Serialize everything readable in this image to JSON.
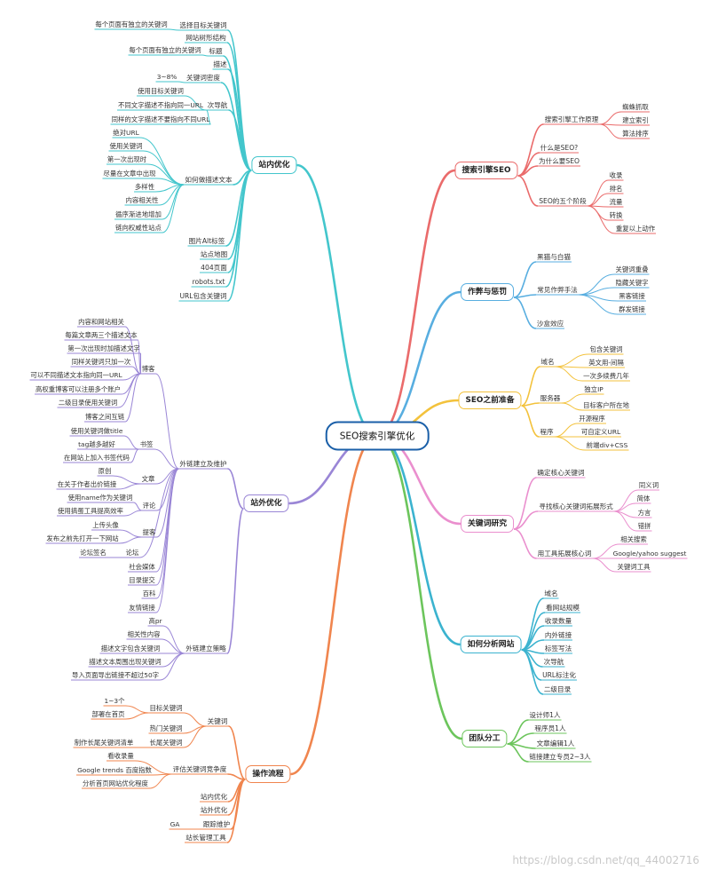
{
  "root": "SEO搜索引擎优化",
  "watermark": "https://blog.csdn.net/qq_44002716",
  "colors": {
    "root_border": "#1a5fa8",
    "search": "#ea6b6b",
    "cheat": "#58aee0",
    "prep": "#f3c23c",
    "keyword": "#ea8fce",
    "analyze": "#3bb3cf",
    "team": "#6cc55c",
    "onsite": "#43c6cc",
    "offsite": "#9a86d6",
    "flow": "#f0854e"
  },
  "branches": [
    {
      "id": "search",
      "label": "搜索引擎SEO",
      "children": [
        {
          "label": "搜索引擎工作原理",
          "children": [
            {
              "label": "蜘蛛抓取"
            },
            {
              "label": "建立索引"
            },
            {
              "label": "算法排序"
            }
          ]
        },
        {
          "label": "什么是SEO?"
        },
        {
          "label": "为什么要SEO"
        },
        {
          "label": "SEO的五个阶段",
          "children": [
            {
              "label": "收录"
            },
            {
              "label": "排名"
            },
            {
              "label": "流量"
            },
            {
              "label": "转换"
            },
            {
              "label": "重复以上动作"
            }
          ]
        }
      ]
    },
    {
      "id": "cheat",
      "label": "作弊与惩罚",
      "children": [
        {
          "label": "黑猫与白猫"
        },
        {
          "label": "常见作弊手法",
          "children": [
            {
              "label": "关键词重叠"
            },
            {
              "label": "隐藏关键字"
            },
            {
              "label": "黑客链接"
            },
            {
              "label": "群发链接"
            }
          ]
        },
        {
          "label": "沙盒效应"
        }
      ]
    },
    {
      "id": "prep",
      "label": "SEO之前准备",
      "children": [
        {
          "label": "域名",
          "children": [
            {
              "label": "包含关键词"
            },
            {
              "label": "英文用-间隔"
            },
            {
              "label": "一次多续费几年"
            }
          ]
        },
        {
          "label": "服务器",
          "children": [
            {
              "label": "独立IP"
            },
            {
              "label": "目标客户所在地"
            }
          ]
        },
        {
          "label": "程序",
          "children": [
            {
              "label": "开源程序"
            },
            {
              "label": "可自定义URL"
            },
            {
              "label": "前端div+CSS"
            }
          ]
        }
      ]
    },
    {
      "id": "keyword",
      "label": "关键词研究",
      "children": [
        {
          "label": "确定核心关键词"
        },
        {
          "label": "寻找核心关键词拓展形式",
          "children": [
            {
              "label": "同义词"
            },
            {
              "label": "简体"
            },
            {
              "label": "方言"
            },
            {
              "label": "错拼"
            }
          ]
        },
        {
          "label": "用工具拓展核心词",
          "children": [
            {
              "label": "相关搜索"
            },
            {
              "label": "Google/yahoo suggest"
            },
            {
              "label": "关键词工具"
            }
          ]
        }
      ]
    },
    {
      "id": "analyze",
      "label": "如何分析网站",
      "children": [
        {
          "label": "域名"
        },
        {
          "label": "看网站规模"
        },
        {
          "label": "收录数量"
        },
        {
          "label": "内外链接"
        },
        {
          "label": "标签写法"
        },
        {
          "label": "次导航"
        },
        {
          "label": "URL标注化"
        },
        {
          "label": "二级目录"
        }
      ]
    },
    {
      "id": "team",
      "label": "团队分工",
      "children": [
        {
          "label": "设计师1人"
        },
        {
          "label": "程序员1人"
        },
        {
          "label": "文章编辑1人"
        },
        {
          "label": "链接建立专员2~3人"
        }
      ]
    },
    {
      "id": "onsite",
      "label": "站内优化",
      "children": [
        {
          "label": "选择目标关键词",
          "children": [
            {
              "label": "每个页面有独立的关键词"
            }
          ]
        },
        {
          "label": "网站树形结构"
        },
        {
          "label": "标题",
          "children": [
            {
              "label": "每个页面有独立的关键词"
            }
          ]
        },
        {
          "label": "描述"
        },
        {
          "label": "关键词密度",
          "children": [
            {
              "label": "3~8%"
            }
          ]
        },
        {
          "label": "次导航",
          "children": [
            {
              "label": "使用目标关键词"
            },
            {
              "label": "不同文字描述不指向同一URL"
            },
            {
              "label": "同样的文字描述不要指向不同URL"
            }
          ]
        },
        {
          "label": "如何做描述文本",
          "children": [
            {
              "label": "绝对URL"
            },
            {
              "label": "使用关键词"
            },
            {
              "label": "第一次出现时"
            },
            {
              "label": "尽量在文章中出现"
            },
            {
              "label": "多样性"
            },
            {
              "label": "内容相关性"
            },
            {
              "label": "循序渐进地增加"
            },
            {
              "label": "链向权威性站点"
            }
          ]
        },
        {
          "label": "图片Alt标签"
        },
        {
          "label": "站点地图"
        },
        {
          "label": "404页面"
        },
        {
          "label": "robots.txt"
        },
        {
          "label": "URL包含关键词"
        }
      ]
    },
    {
      "id": "offsite",
      "label": "站外优化",
      "children": [
        {
          "label": "外链建立及维护",
          "children": [
            {
              "label": "博客",
              "children": [
                {
                  "label": "内容和网站相关"
                },
                {
                  "label": "每篇文章两三个描述文本"
                },
                {
                  "label": "第一次出现时加描述文字"
                },
                {
                  "label": "同样关键词只加一次"
                },
                {
                  "label": "可以不同描述文本指向同一URL"
                },
                {
                  "label": "高权重博客可以注册多个账户"
                },
                {
                  "label": "二级目录使用关键词"
                },
                {
                  "label": "博客之间互链"
                }
              ]
            },
            {
              "label": "书签",
              "children": [
                {
                  "label": "使用关键词做title"
                },
                {
                  "label": "tag越多越好"
                },
                {
                  "label": "在网站上加入书签代码"
                }
              ]
            },
            {
              "label": "文章",
              "children": [
                {
                  "label": "原创"
                },
                {
                  "label": "在关于作者出价链接"
                }
              ]
            },
            {
              "label": "评论",
              "children": [
                {
                  "label": "使用name作为关键词"
                },
                {
                  "label": "使用搞蛋工具提高效率"
                }
              ]
            },
            {
              "label": "提客",
              "children": [
                {
                  "label": "上传头像"
                },
                {
                  "label": "发布之前先打开一下网站"
                }
              ]
            },
            {
              "label": "论坛",
              "children": [
                {
                  "label": "论坛签名"
                }
              ]
            },
            {
              "label": "社会媒体"
            },
            {
              "label": "目录提交"
            },
            {
              "label": "百科"
            },
            {
              "label": "友情链接"
            }
          ]
        },
        {
          "label": "外链建立策略",
          "children": [
            {
              "label": "高pr"
            },
            {
              "label": "相关性内容"
            },
            {
              "label": "描述文字包含关键词"
            },
            {
              "label": "描述文本周围出现关键词"
            },
            {
              "label": "导入页面导出链接不超过50字"
            }
          ]
        }
      ]
    },
    {
      "id": "flow",
      "label": "操作流程",
      "children": [
        {
          "label": "关键词",
          "children": [
            {
              "label": "目标关键词",
              "children": [
                {
                  "label": "1~3个"
                },
                {
                  "label": "部署在首页"
                }
              ]
            },
            {
              "label": "热门关键词"
            },
            {
              "label": "长尾关键词",
              "children": [
                {
                  "label": "制作长尾关键词清单"
                }
              ]
            }
          ]
        },
        {
          "label": "评估关键词竞争度",
          "children": [
            {
              "label": "看收录量"
            },
            {
              "label": "Google trends  百度指数"
            },
            {
              "label": "分析首页网站优化程度"
            }
          ]
        },
        {
          "label": "站内优化"
        },
        {
          "label": "站外优化"
        },
        {
          "label": "跟踪维护",
          "children": [
            {
              "label": "GA"
            }
          ]
        },
        {
          "label": "站长管理工具"
        }
      ]
    }
  ]
}
